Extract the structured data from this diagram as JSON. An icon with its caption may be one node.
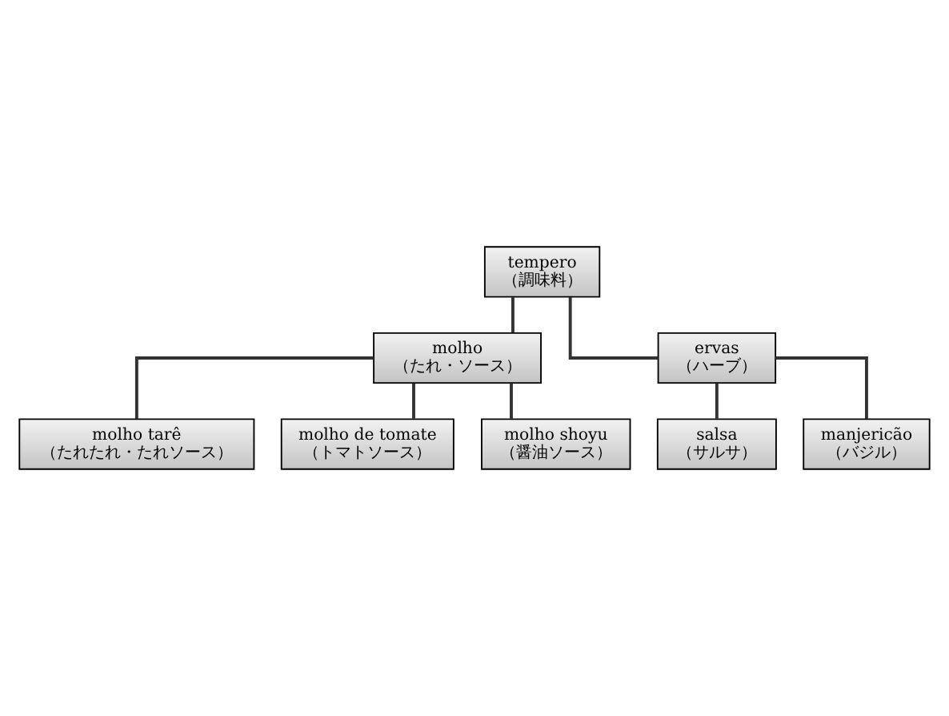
{
  "diagram": {
    "nodes": [
      {
        "text": [
          "tempero",
          "（調味料）"
        ]
      },
      {
        "text": [
          "molho",
          "（たれ・ソース）"
        ]
      },
      {
        "text": [
          "molho tarê",
          "（たれたれ・たれソース）"
        ]
      },
      {
        "text": [
          "molho de tomate",
          "（トマトソース）"
        ]
      },
      {
        "text": [
          "molho shoyu",
          "（醤油ソース）"
        ]
      },
      {
        "text": [
          "ervas",
          "（ハーブ）"
        ]
      },
      {
        "text": [
          "salsa",
          "（サルサ）"
        ]
      },
      {
        "text": [
          "manjericão",
          "（バジル）"
        ]
      }
    ],
    "edges": [
      {
        "from": 0,
        "to": 1,
        "arrow": "none"
      },
      {
        "from": 0,
        "to": 5,
        "arrow": "none"
      },
      {
        "from": 1,
        "to": 2,
        "arrow": "none"
      },
      {
        "from": 1,
        "to": 3,
        "arrow": "none"
      },
      {
        "from": 1,
        "to": 4,
        "arrow": "none"
      },
      {
        "from": 5,
        "to": 6,
        "arrow": "none"
      },
      {
        "from": 5,
        "to": 7,
        "arrow": "none"
      }
    ]
  }
}
